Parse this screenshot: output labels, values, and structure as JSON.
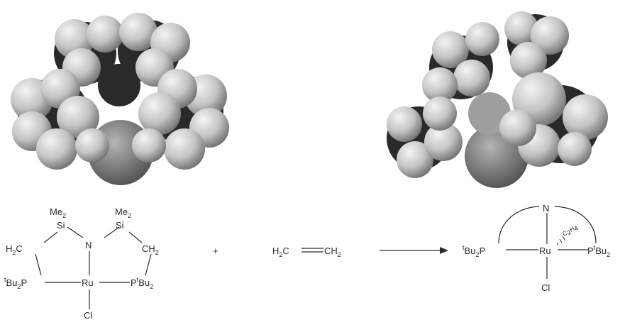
{
  "reactant": {
    "si_left_me": "Me",
    "si_left_me_sub": "2",
    "si_left": "Si",
    "si_right_me": "Me",
    "si_right_me_sub": "2",
    "si_right": "Si",
    "n": "N",
    "ch2_left_h": "H",
    "ch2_left_sub": "2",
    "ch2_left_c": "C",
    "ch2_right_ch": "CH",
    "ch2_right_sub": "2",
    "p_left_sup": "t",
    "p_left_bu": "Bu",
    "p_left_sub": "2",
    "p_left_p": "P",
    "ru": "Ru",
    "p_right_p": "P",
    "p_right_sup": "t",
    "p_right_bu": "Bu",
    "p_right_sub": "2",
    "cl": "Cl"
  },
  "plus": "+",
  "ethylene": {
    "left_h": "H",
    "left_sub": "2",
    "left_c": "C",
    "right_ch": "CH",
    "right_sub": "2"
  },
  "product": {
    "n": "N",
    "p_left_sup": "t",
    "p_left_bu": "Bu",
    "p_left_sub": "2",
    "p_left_p": "P",
    "ru": "Ru",
    "ligand_c": "C",
    "ligand_c_sub": "2",
    "ligand_h": "H",
    "ligand_h_sub": "4",
    "p_right_p": "P",
    "p_right_sup": "t",
    "p_right_bu": "Bu",
    "p_right_sub": "2",
    "cl": "Cl"
  },
  "colors": {
    "hydrogen": "#c9c9c9",
    "carbon": "#262626",
    "ruthenium": "#8a8a8a",
    "line": "#2b2b2b"
  }
}
